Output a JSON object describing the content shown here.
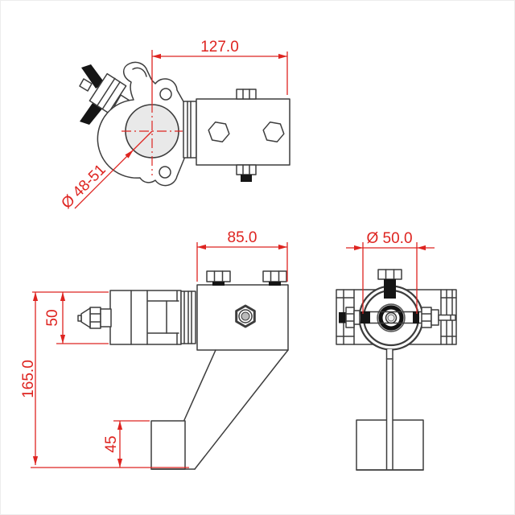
{
  "drawing": {
    "colors": {
      "line": "#3d3d3d",
      "dimension": "#de2420",
      "dark_fill": "#151515",
      "tube_fill": "#e9e9e9",
      "background": "#ffffff",
      "frame_border": "#ededed"
    },
    "dimensions": {
      "overall_width": "127.0",
      "clamp_range": "Ø 48-51",
      "block_width": "85.0",
      "tube_diameter": "Ø 50.0",
      "clamp_height": "50",
      "overall_height": "165.0",
      "foot_height": "45"
    }
  }
}
